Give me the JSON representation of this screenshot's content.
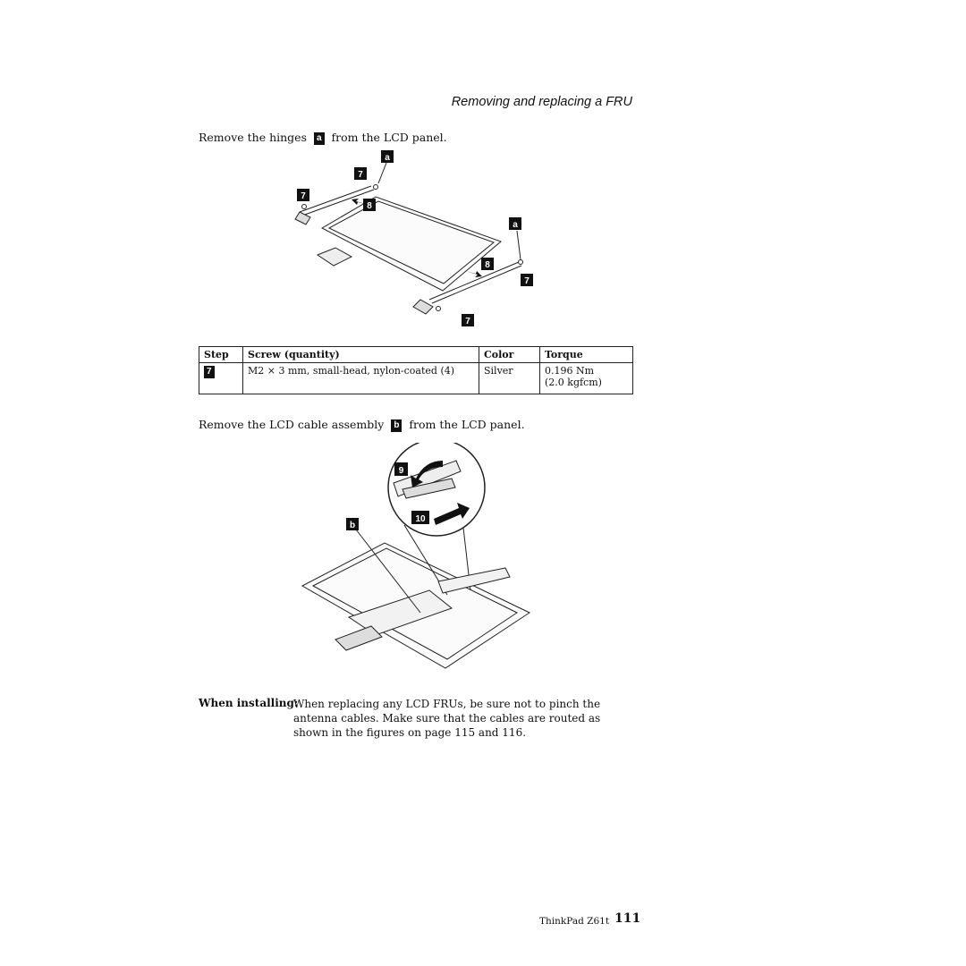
{
  "header": {
    "section_title": "Removing and replacing a FRU"
  },
  "step_hinges": {
    "text_before": "Remove the hinges",
    "badge": "a",
    "text_after": "from the LCD panel."
  },
  "figure1": {
    "callouts": {
      "hinge": "a",
      "screw": "7",
      "slide": "8"
    }
  },
  "screw_table": {
    "headers": {
      "step": "Step",
      "screw": "Screw (quantity)",
      "color": "Color",
      "torque": "Torque"
    },
    "rows": [
      {
        "step": "7",
        "screw": "M2 × 3 mm, small-head, nylon-coated (4)",
        "color": "Silver",
        "torque_nm": "0.196 Nm",
        "torque_kgfcm": "(2.0 kgfcm)"
      }
    ]
  },
  "step_cable": {
    "text_before": "Remove the LCD cable assembly",
    "badge": "b",
    "text_after": "from the LCD panel."
  },
  "figure2": {
    "callouts": {
      "peel": "9",
      "pull": "10",
      "cable": "b"
    }
  },
  "note": {
    "label": "When installing:",
    "text": "When replacing any LCD FRUs, be sure not to pinch the antenna cables. Make sure that the cables are routed as shown in the figures on page 115 and 116."
  },
  "footer": {
    "model": "ThinkPad Z61t",
    "page_number": "111"
  }
}
